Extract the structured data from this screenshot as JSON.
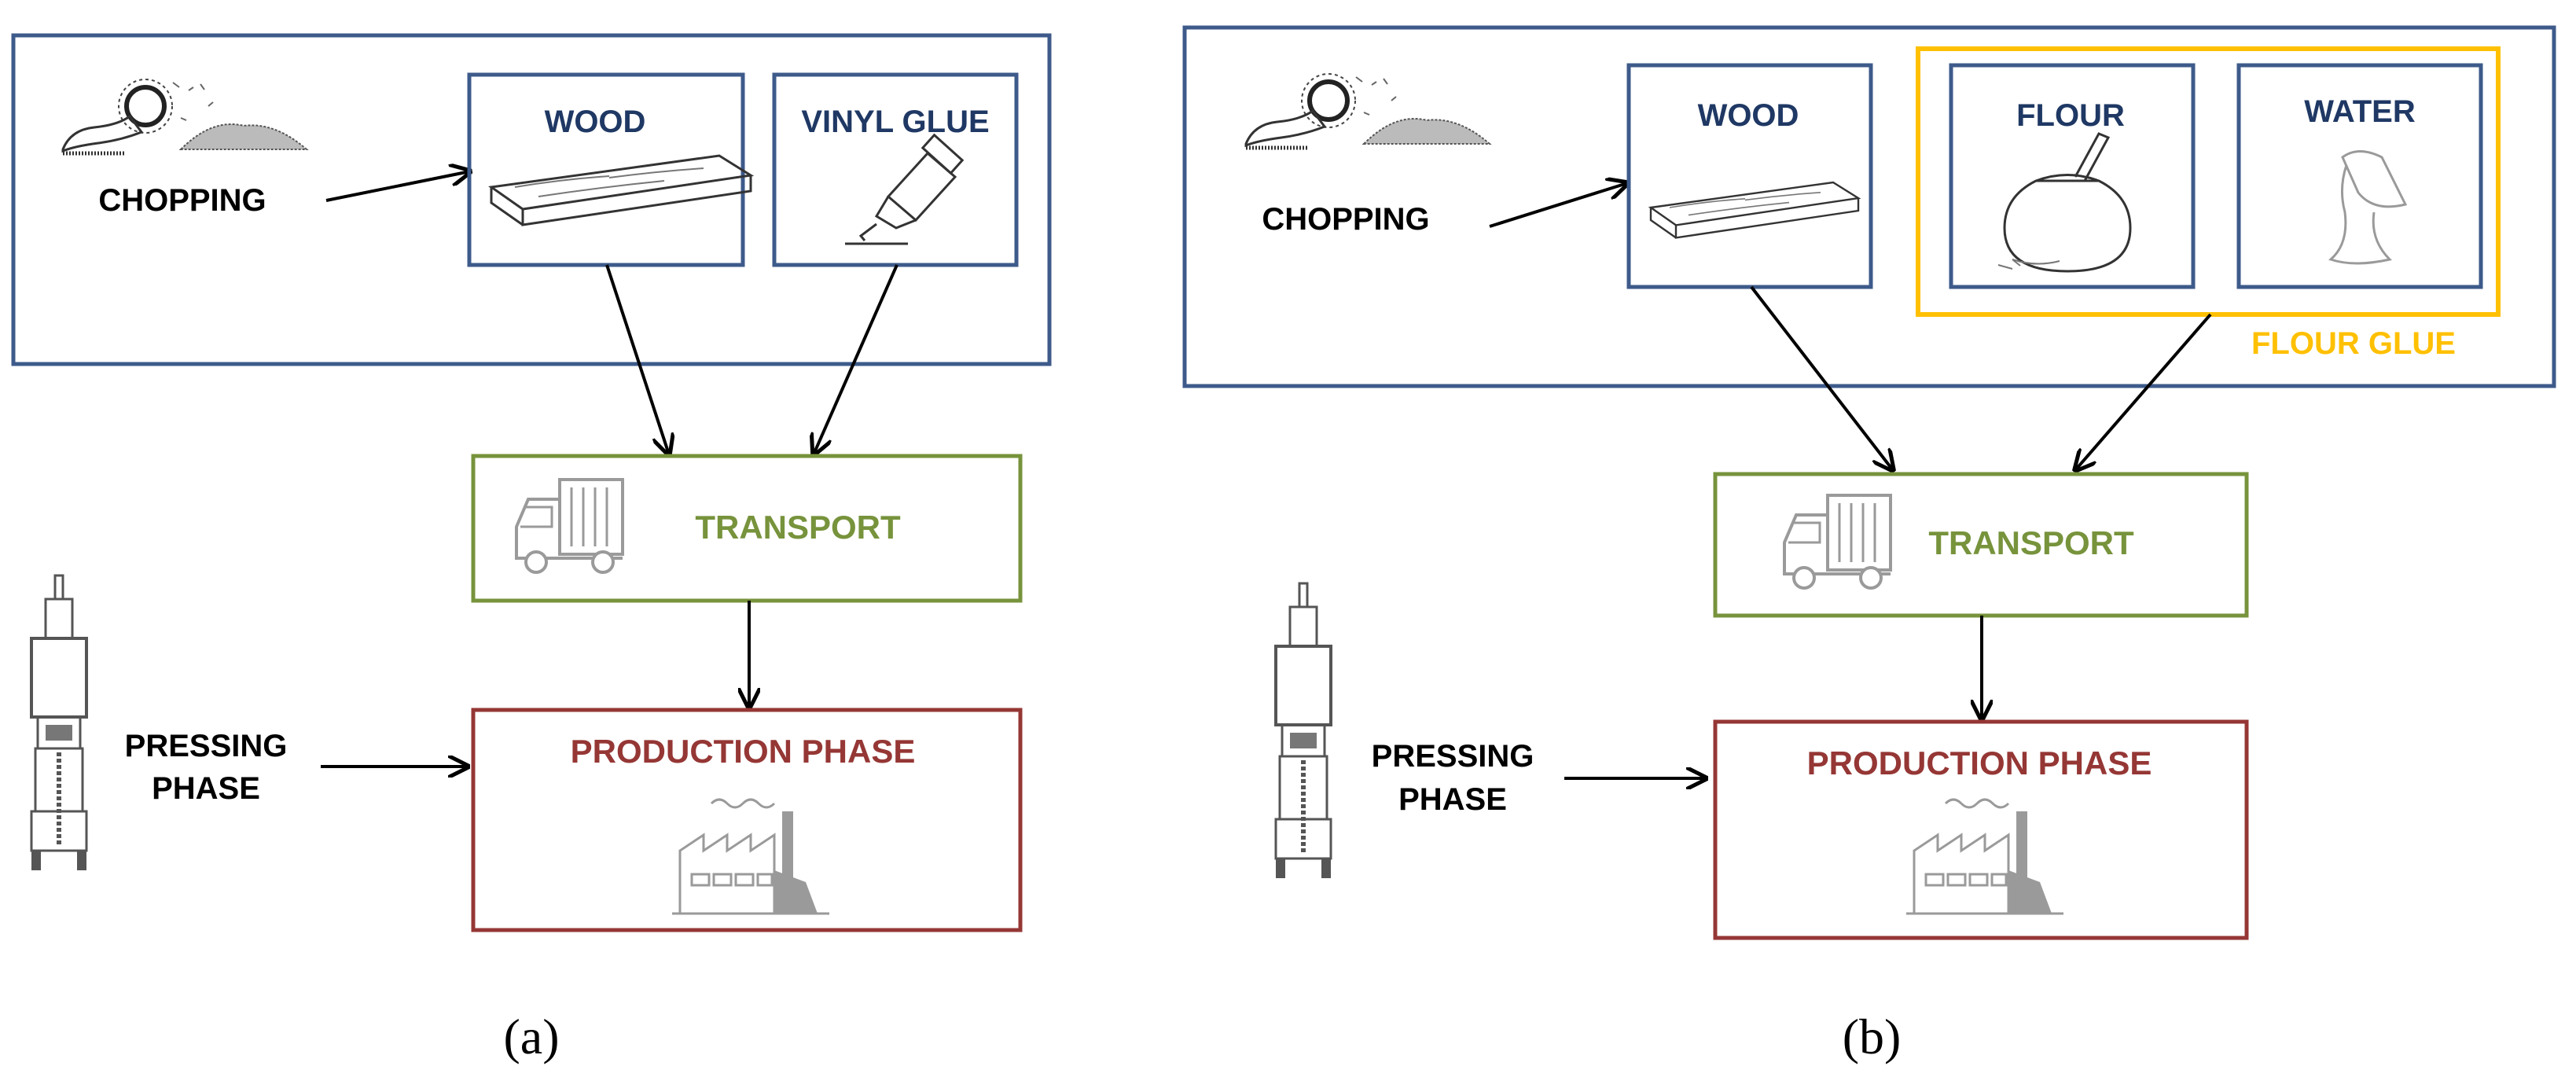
{
  "colors": {
    "blue": "#3d5a8a",
    "green": "#77933c",
    "red": "#953735",
    "yellow": "#ffc000",
    "black": "#000000",
    "icon_gray": "#9a9a9a"
  },
  "panel_a": {
    "caption": "(a)",
    "chopping": "CHOPPING",
    "wood": "WOOD",
    "vinyl_glue": "VINYL GLUE",
    "transport": "TRANSPORT",
    "pressing_line1": "PRESSING",
    "pressing_line2": "PHASE",
    "production": "PRODUCTION PHASE"
  },
  "panel_b": {
    "caption": "(b)",
    "chopping": "CHOPPING",
    "wood": "WOOD",
    "flour": "FLOUR",
    "water": "WATER",
    "flour_glue": "FLOUR GLUE",
    "transport": "TRANSPORT",
    "pressing_line1": "PRESSING",
    "pressing_line2": "PHASE",
    "production": "PRODUCTION PHASE"
  },
  "icons": [
    "chipper-icon",
    "wood-plank-icon",
    "glue-tube-icon",
    "flour-sack-icon",
    "water-pour-icon",
    "truck-icon",
    "press-machine-icon",
    "factory-icon"
  ]
}
